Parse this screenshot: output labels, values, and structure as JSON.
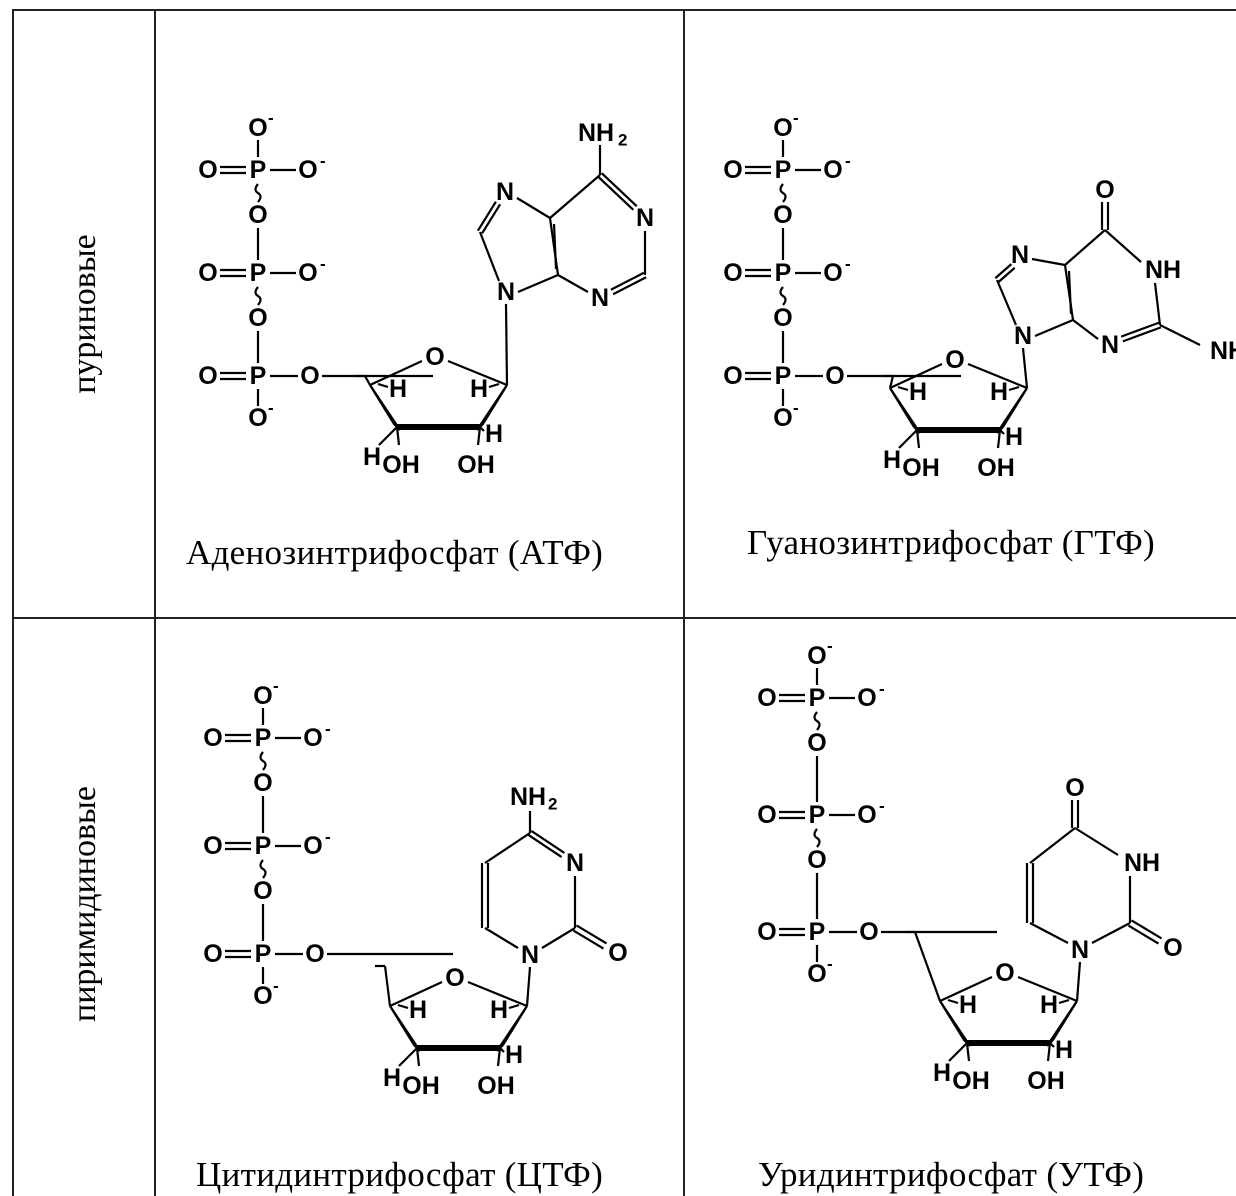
{
  "table": {
    "rows": [
      {
        "label": "пуриновые",
        "cells": [
          {
            "name": "Аденозинтрифосфат (АТФ)"
          },
          {
            "name": "Гуанозинтрифосфат (ГТФ)"
          }
        ]
      },
      {
        "label": "пиримидиновые",
        "cells": [
          {
            "name": "Цитидинтрифосфат (ЦТФ)"
          },
          {
            "name": "Уридинтрифосфат (УТФ)"
          }
        ]
      }
    ]
  },
  "atoms": {
    "O": "O",
    "P": "P",
    "N": "N",
    "H": "H",
    "NH": "NH",
    "OH": "OH",
    "NH2": "NH",
    "sub2": "2",
    "minus": "-"
  }
}
